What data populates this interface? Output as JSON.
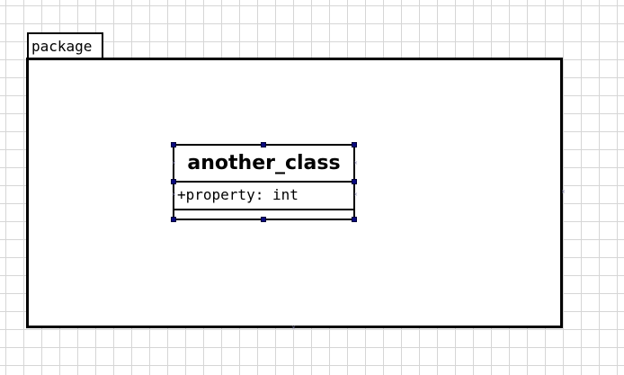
{
  "diagram": {
    "package": {
      "label": "package"
    },
    "class": {
      "name": "another_class",
      "attributes": [
        "+property: int"
      ],
      "operations": []
    }
  },
  "colors": {
    "grid": "#d6d6d6",
    "outline": "#000000",
    "handle": "#0a0a80"
  }
}
